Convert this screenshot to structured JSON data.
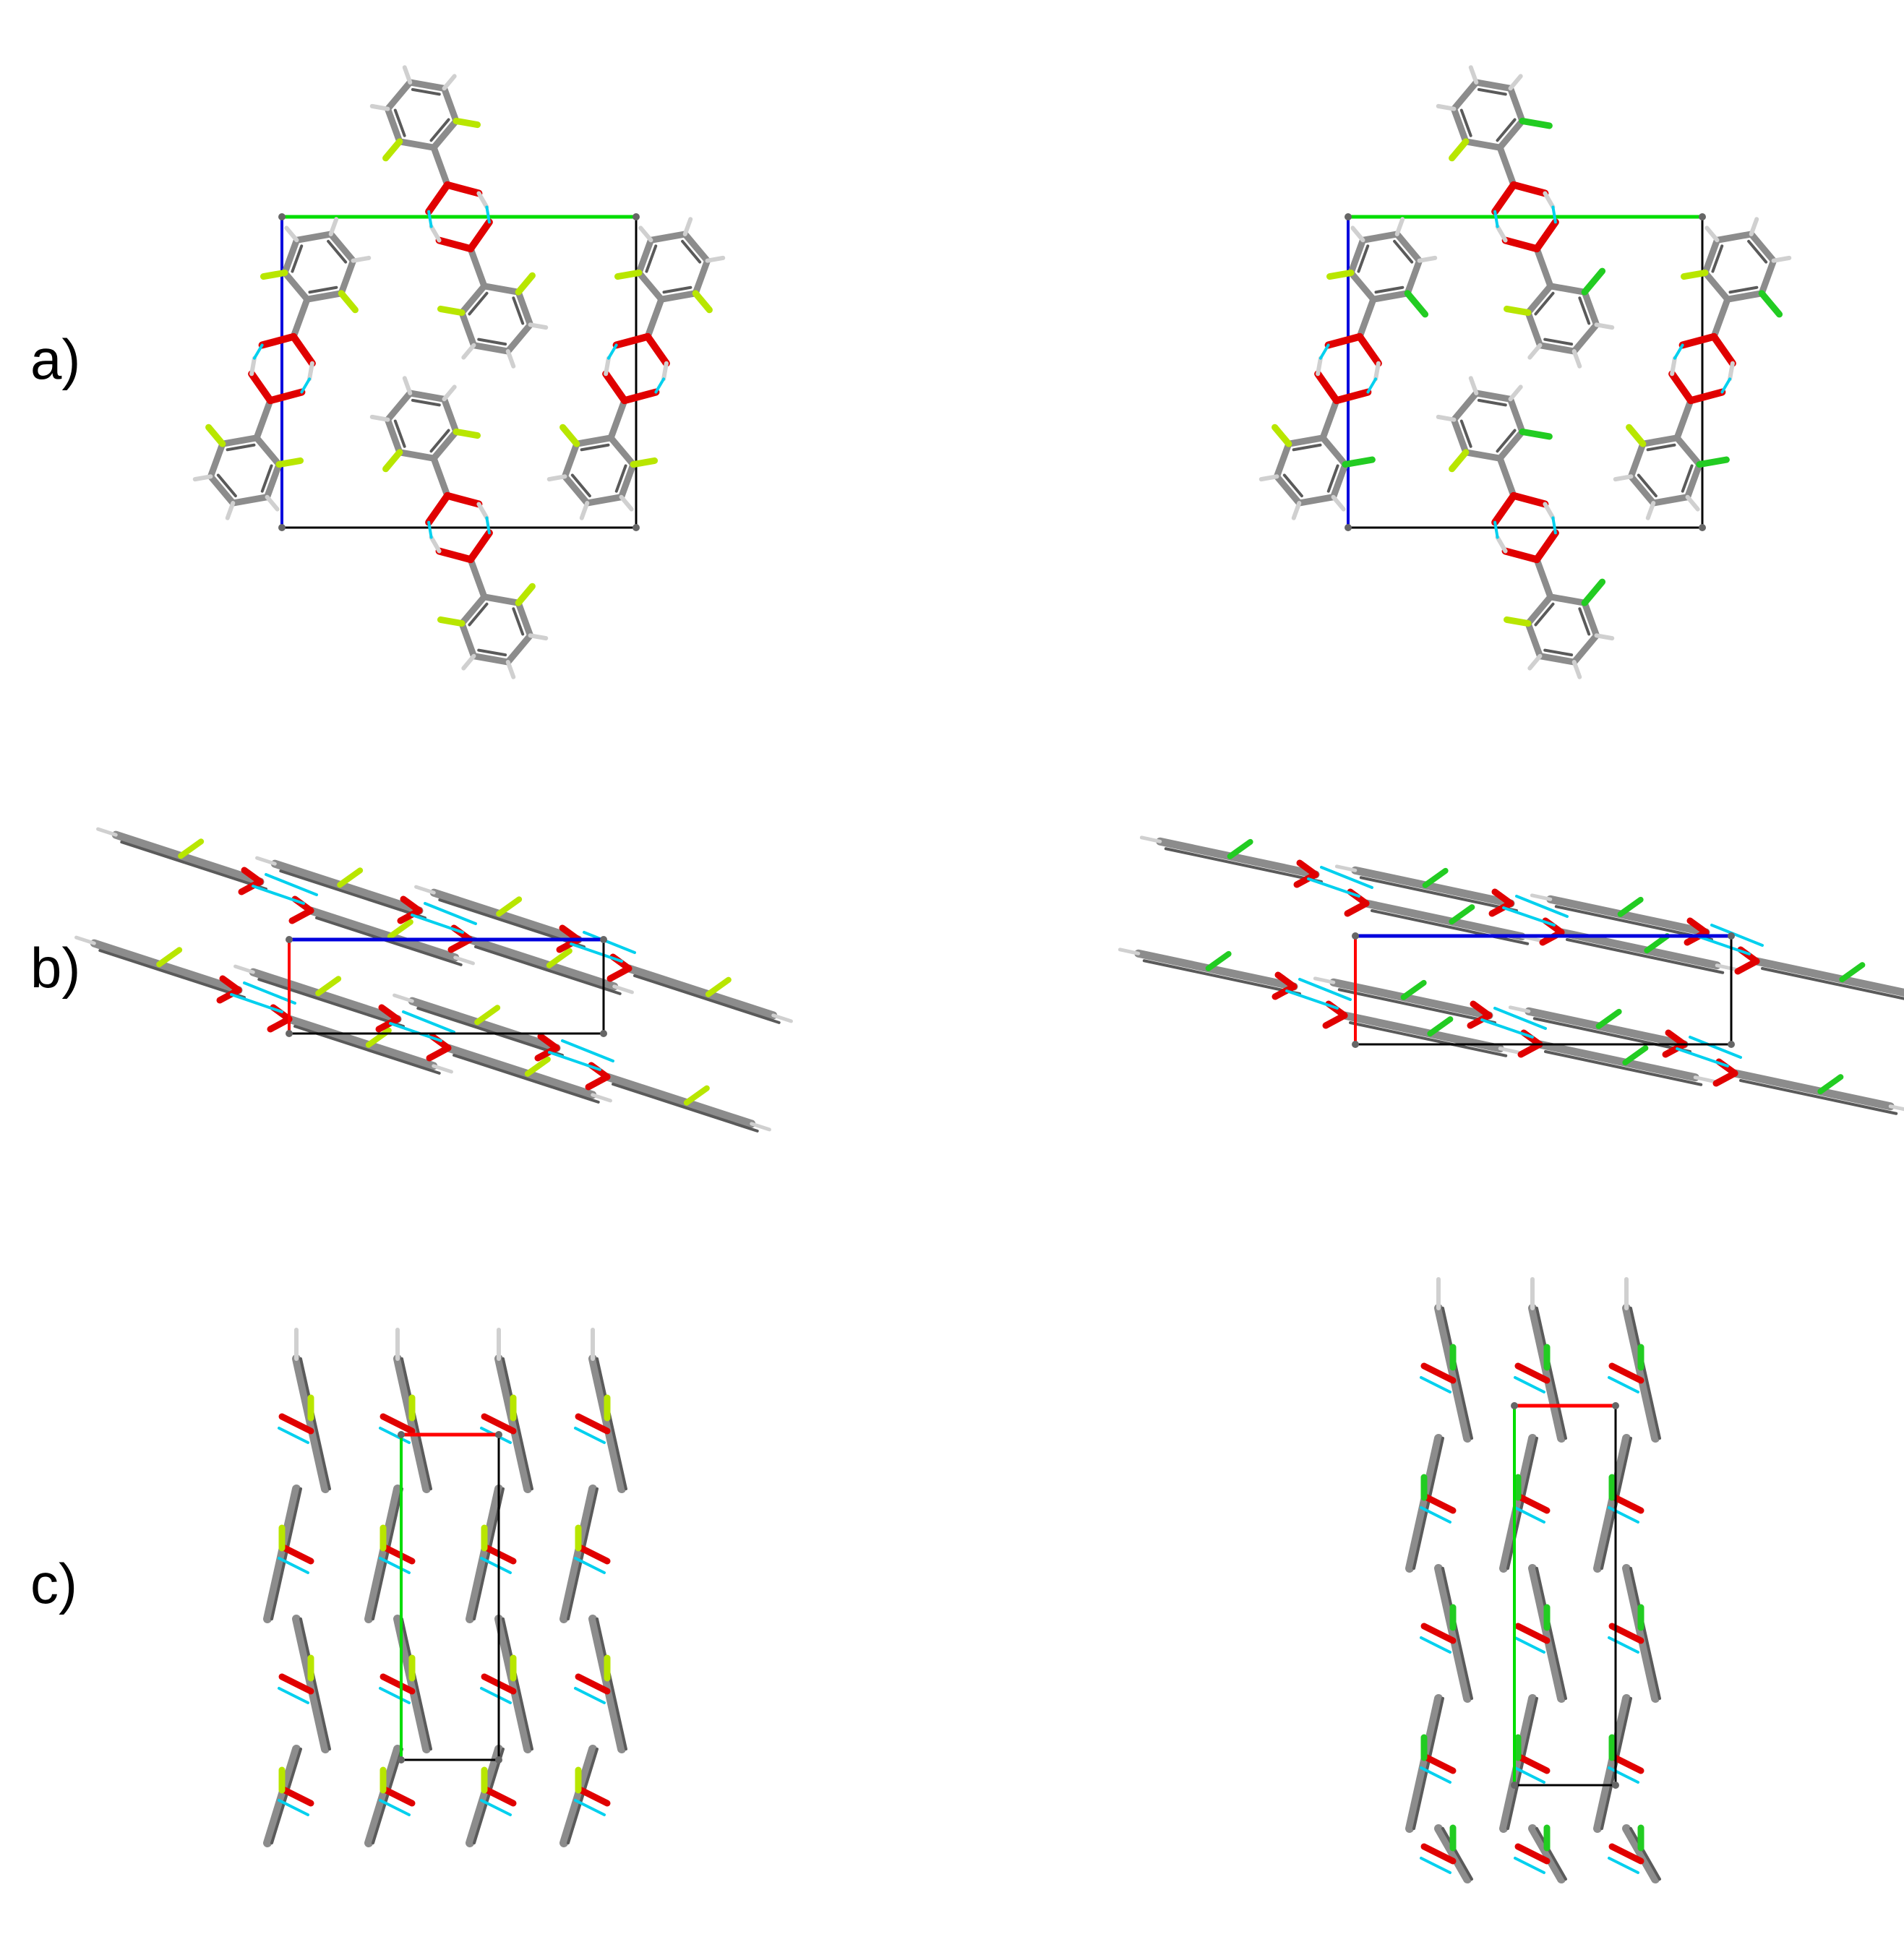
{
  "labels": {
    "a": "a)",
    "b": "b)",
    "c": "c)"
  },
  "colors": {
    "background": "#ffffff",
    "carbon_bond": "#8c8c8c",
    "carbon_bond_dark": "#5a5a5a",
    "oxygen": "#e00000",
    "hydrogen": "#d0d0d0",
    "fluorine": "#b8e600",
    "chlorine": "#22cc22",
    "hydrogen_bond": "#00d0ee",
    "cell_axis_a": "#ff0000",
    "cell_axis_b": "#00dd00",
    "cell_axis_c": "#0000dd",
    "cell_edge": "#000000"
  },
  "panels": [
    {
      "row": "a",
      "side": "left",
      "substituent": "fluorine",
      "view": "plan"
    },
    {
      "row": "a",
      "side": "right",
      "substituent": "chlorine",
      "view": "plan"
    },
    {
      "row": "b",
      "side": "left",
      "substituent": "fluorine",
      "view": "stack"
    },
    {
      "row": "b",
      "side": "right",
      "substituent": "chlorine",
      "view": "stack"
    },
    {
      "row": "c",
      "side": "left",
      "substituent": "fluorine",
      "view": "columns"
    },
    {
      "row": "c",
      "side": "right",
      "substituent": "chlorine",
      "view": "columns"
    }
  ]
}
